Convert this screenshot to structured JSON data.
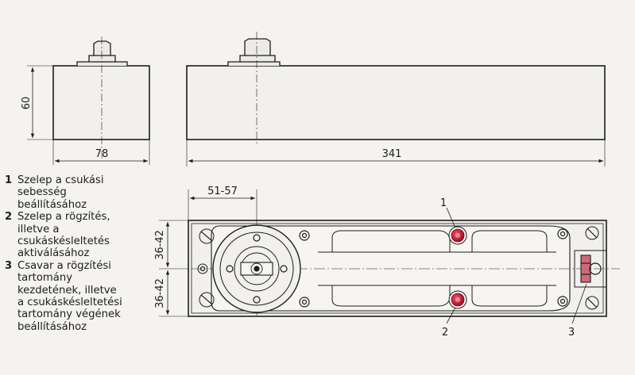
{
  "dimensions": {
    "height": "60",
    "width": "78",
    "length": "341",
    "axis_offset": "51-57",
    "upper_half": "36-42",
    "lower_half": "36-42"
  },
  "callouts": [
    "1",
    "2",
    "3"
  ],
  "legend": [
    {
      "num": "1",
      "lines": [
        "Szelep a csukási",
        "sebesség",
        "beállításához"
      ]
    },
    {
      "num": "2",
      "lines": [
        "Szelep a rögzítés,",
        "illetve a",
        "csukáskésleltetés",
        "aktiválásához"
      ]
    },
    {
      "num": "3",
      "lines": [
        "Csavar a rögzítési",
        "tartomány",
        "kezdetének, illetve",
        "a csukáskésleltetési",
        "tartomány végének",
        "beállításához"
      ]
    }
  ],
  "colors": {
    "line": "#1d1d1b",
    "body": "#f1f0ec",
    "valve": "#c8102e",
    "background": "#f4f3ef"
  }
}
